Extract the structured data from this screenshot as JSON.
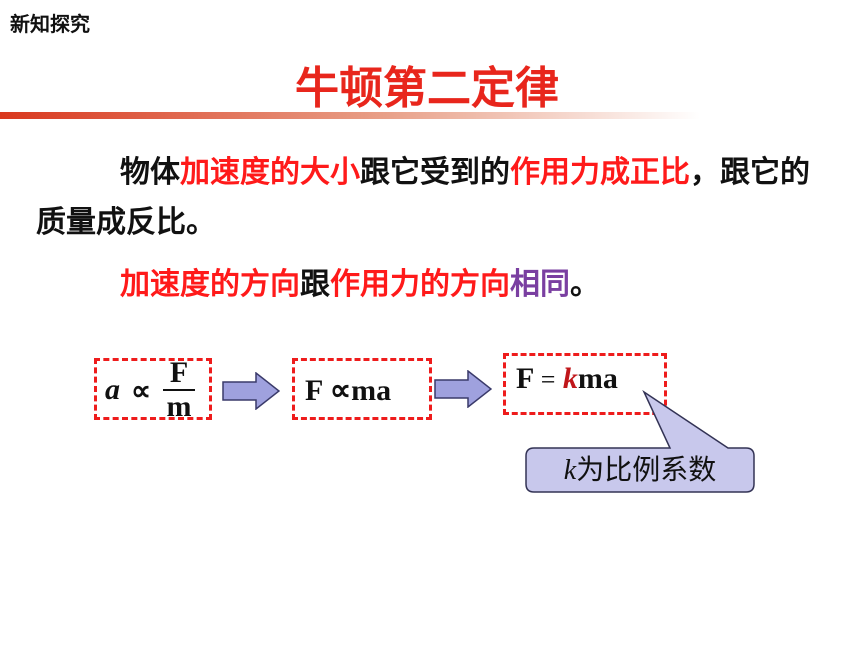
{
  "header": {
    "section_label": "新知探究",
    "title": "牛顿第二定律"
  },
  "colors": {
    "title": "#e8261c",
    "emphasis_red": "#ff1a1a",
    "emphasis_purple": "#7a3fa1",
    "rule_start": "#d9381e",
    "box_border": "#ee1c1c",
    "arrow_fill": "#9fa1de",
    "callout_fill": "#c8c8ec"
  },
  "body": {
    "paragraph1": {
      "p1": "物体",
      "p2": "加速度的大小",
      "p3": "跟它受到的",
      "p4": "作用力成正比",
      "p5": "，跟它的质量成反比。"
    },
    "paragraph2": {
      "p1": "加速度的方向",
      "p2": "跟",
      "p3": "作用力的方向",
      "p4": "相同",
      "p5": "。"
    }
  },
  "formulas": {
    "f1": {
      "a": "a",
      "prop": "∝",
      "numerator": "F",
      "denominator": "m"
    },
    "f2": {
      "text": "F ∝ma"
    },
    "f3": {
      "lhs": "F",
      "eq": "=",
      "k": "k",
      "rhs": "ma"
    }
  },
  "callout": {
    "k": "k",
    "text": "为比例系数"
  },
  "icons": [
    "right-arrow-icon",
    "right-arrow-icon",
    "callout-bubble-icon"
  ]
}
